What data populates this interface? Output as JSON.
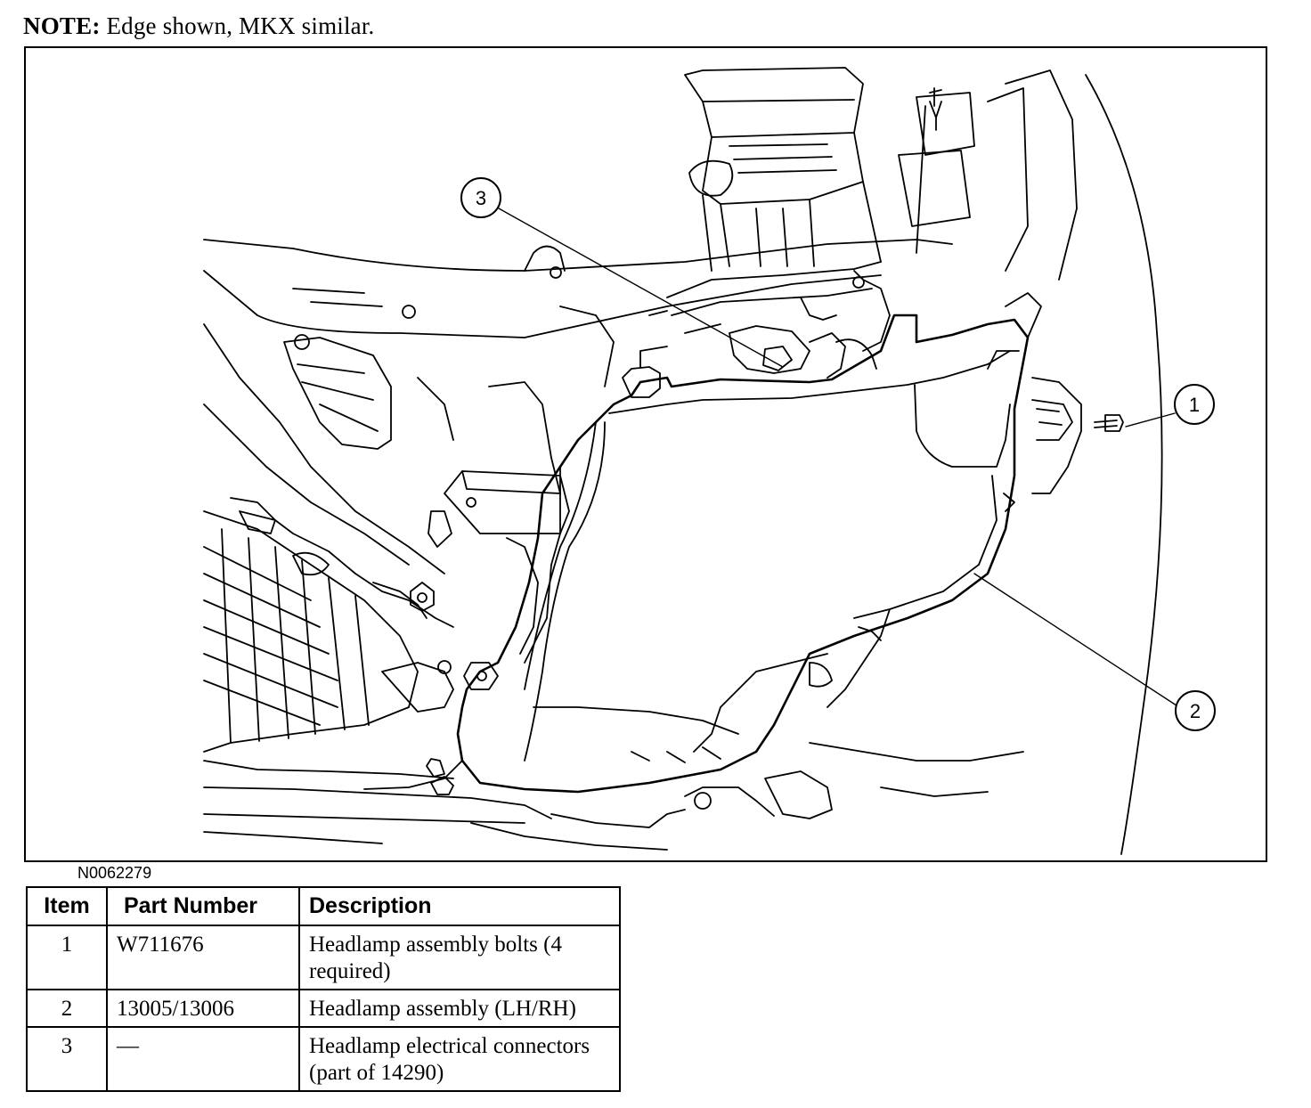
{
  "note": {
    "label": "NOTE:",
    "text": "Edge shown, MKX similar."
  },
  "figure": {
    "id": "N0062279",
    "callouts": [
      "1",
      "2",
      "3"
    ]
  },
  "table": {
    "headers": {
      "item": "Item",
      "part": "Part Number",
      "desc": "Description"
    },
    "rows": [
      {
        "item": "1",
        "part": "W711676",
        "desc": "Headlamp assembly bolts (4 required)"
      },
      {
        "item": "2",
        "part": "13005/13006",
        "desc": "Headlamp assembly (LH/RH)"
      },
      {
        "item": "3",
        "part": "—",
        "desc": "Headlamp electrical connectors (part of 14290)"
      }
    ]
  }
}
